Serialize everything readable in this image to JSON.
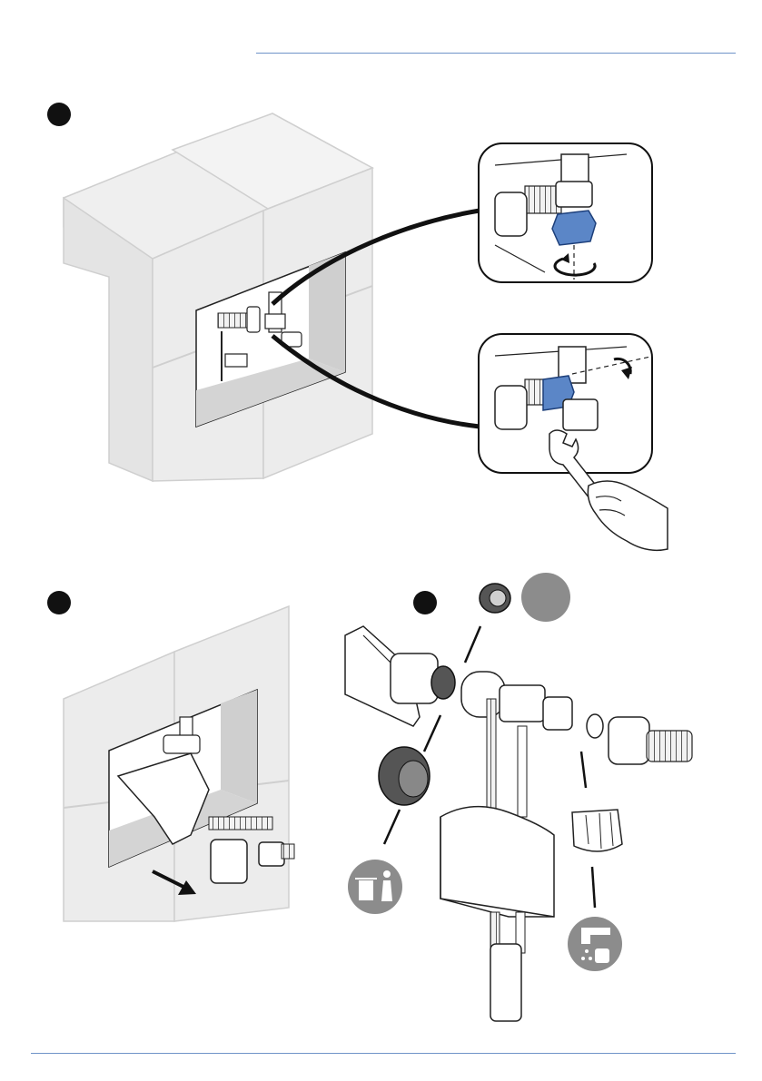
{
  "colors": {
    "rule": "#6f93c8",
    "accent_blue": "#5b86c7",
    "tile_fill": "#ececec",
    "tile_edge": "#c9c9c9",
    "recess": "#d0d0d0",
    "icon_grey": "#8c8c8c",
    "line": "#1a1a1a"
  },
  "icons": {
    "recycle": "trash-bin-pictogram",
    "clean": "rinse-under-tap-pictogram",
    "rotate": "rotation-arrow",
    "pull": "pull-out-arrow"
  }
}
